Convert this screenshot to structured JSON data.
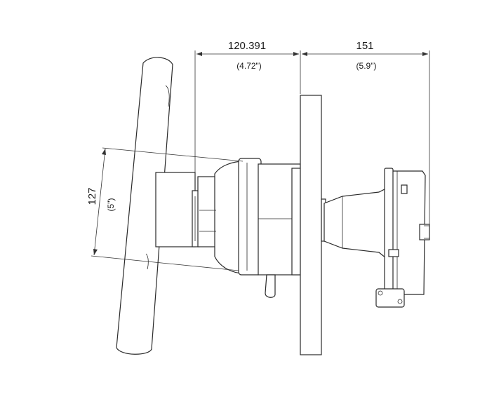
{
  "dimensions": {
    "hub_depth": {
      "value": "120.391",
      "inch": "(4.72\")"
    },
    "rear_depth": {
      "value": "151",
      "inch": "(5.9\")"
    },
    "hub_diameter": {
      "value": "127",
      "inch": "(5\")"
    }
  },
  "colors": {
    "line": "#2a2a2a",
    "background": "#ffffff"
  }
}
